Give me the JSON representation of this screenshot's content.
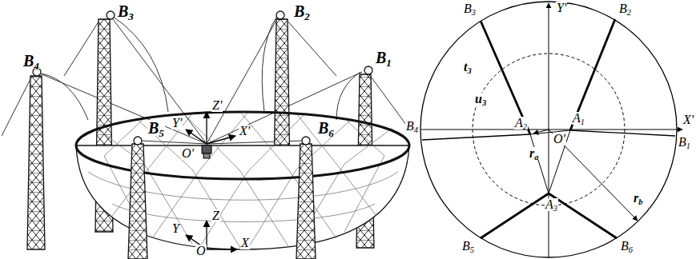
{
  "diagram": {
    "labels": [
      "B4",
      "B3",
      "B2",
      "B1",
      "B5",
      "B6",
      "Z'",
      "Y'",
      "O'",
      "X'",
      "Z",
      "Y",
      "O",
      "X",
      "Y'",
      "B3",
      "B2",
      "t3",
      "u3",
      "A2",
      "A1",
      "O'",
      "X'",
      "B4",
      "B1",
      "ra",
      "rb",
      "A3",
      "B5",
      "B6"
    ]
  }
}
